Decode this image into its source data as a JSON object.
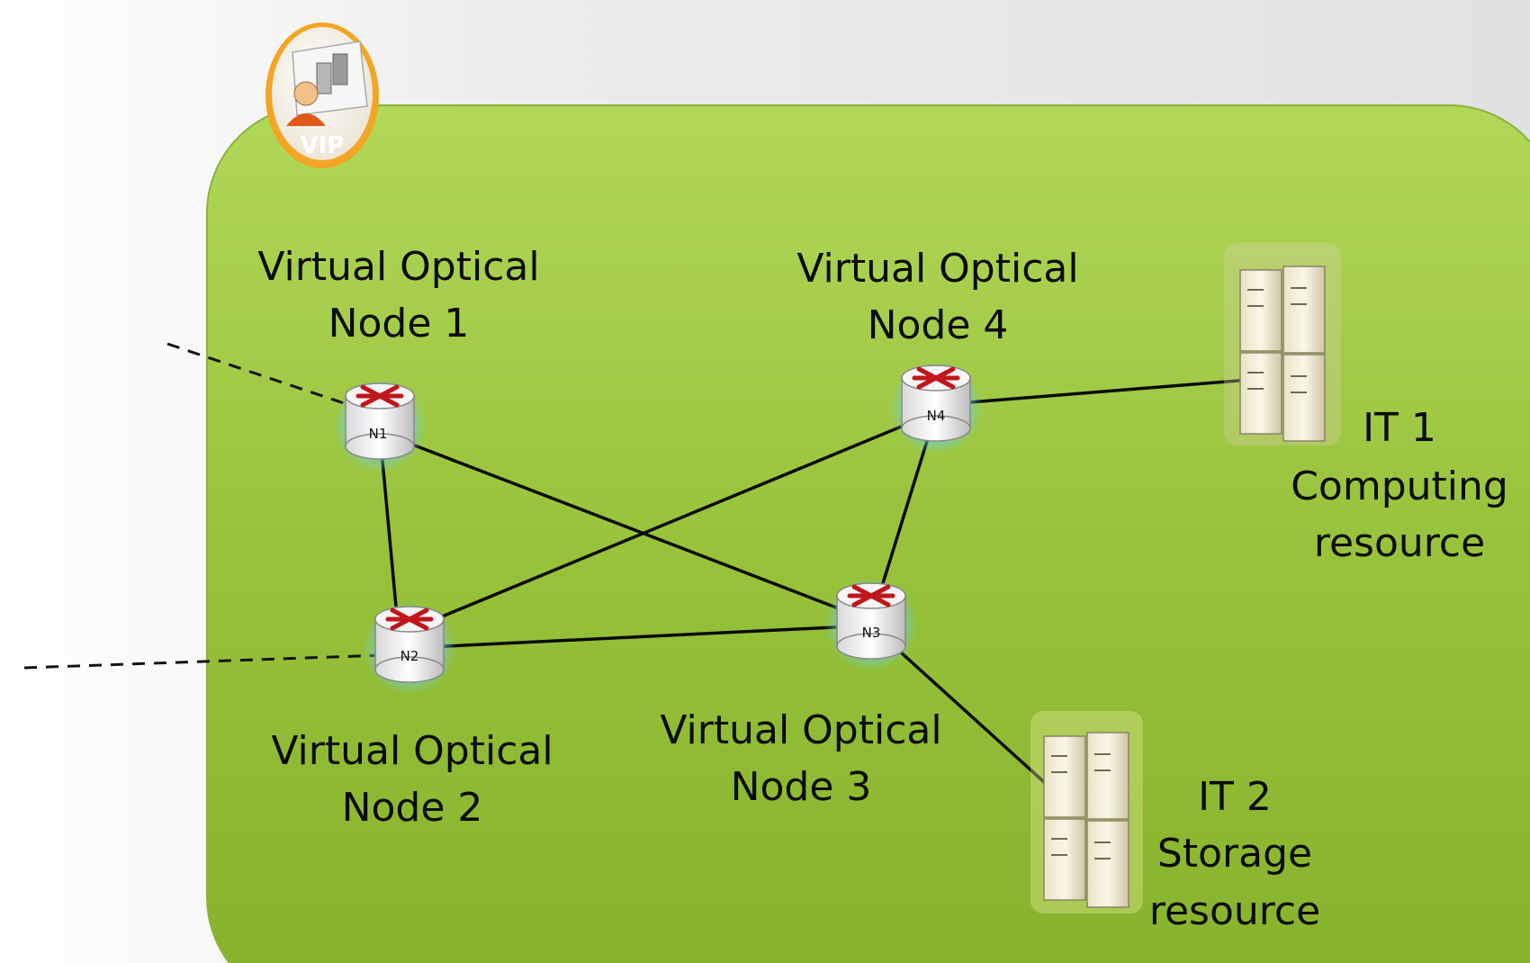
{
  "badge": {
    "text": "VIP",
    "icon": "vip-user-icon"
  },
  "nodes": [
    {
      "id": "N1",
      "title_line1": "Virtual Optical",
      "title_line2": "Node 1"
    },
    {
      "id": "N2",
      "title_line1": "Virtual Optical",
      "title_line2": "Node 2"
    },
    {
      "id": "N3",
      "title_line1": "Virtual Optical",
      "title_line2": "Node 3"
    },
    {
      "id": "N4",
      "title_line1": "Virtual Optical",
      "title_line2": "Node 4"
    }
  ],
  "resources": [
    {
      "line1": "IT 1",
      "line2": "Computing",
      "line3": "resource",
      "icon": "server-rack-icon"
    },
    {
      "line1": "IT 2",
      "line2": "Storage",
      "line3": "resource",
      "icon": "server-rack-icon"
    }
  ],
  "colors": {
    "domain_fill": "#9dc83a",
    "link": "#0a0a0a",
    "router_arrow": "#c0161c",
    "badge_ring": "#f0a020"
  }
}
